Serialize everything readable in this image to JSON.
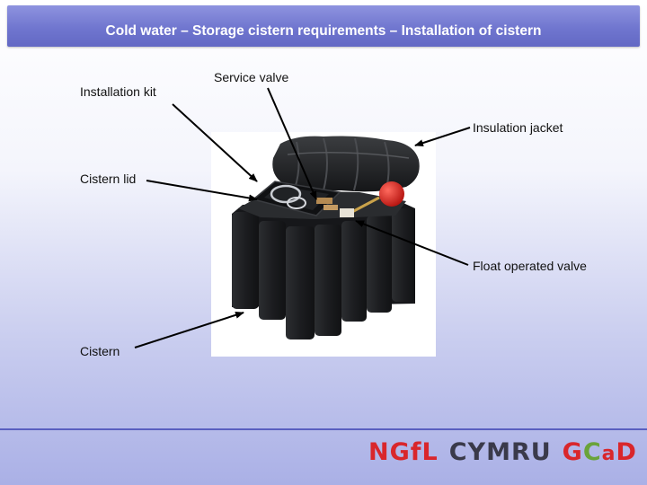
{
  "slide": {
    "title": "Cold water – Storage cistern requirements – Installation of cistern"
  },
  "labels": {
    "installation_kit": "Installation kit",
    "service_valve": "Service valve",
    "insulation_jacket": "Insulation jacket",
    "cistern_lid": "Cistern lid",
    "float_operated_valve": "Float operated valve",
    "cistern": "Cistern"
  },
  "logo": {
    "ngfl": "NGfL",
    "cymru": "CYMRU",
    "gcad": "GCaD",
    "colors": {
      "ngfl": "#d9262b",
      "cymru": "#3a3a4a",
      "gcad_g": "#d9262b",
      "gcad_c": "#6aa33a",
      "gcad_a": "#d9262b",
      "gcad_d": "#d9262b"
    }
  },
  "colors": {
    "title_bar": "#7076cf",
    "cistern_body": "#1f2124",
    "float_ball": "#d8231f",
    "arrow": "#000000"
  }
}
